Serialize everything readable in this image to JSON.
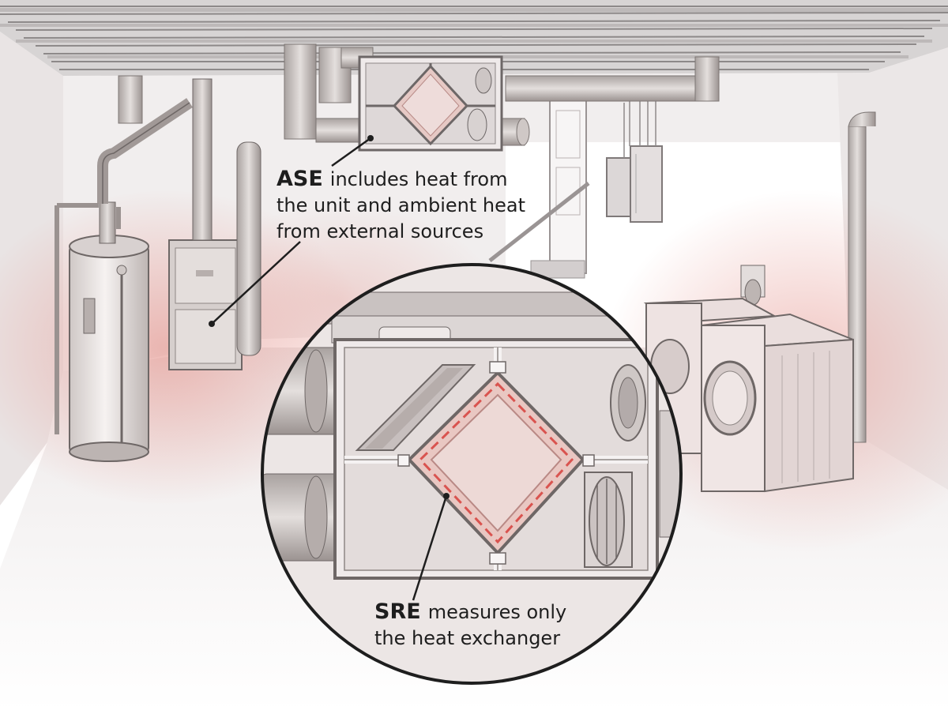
{
  "callouts": {
    "ase": {
      "abbr": "ASE",
      "line1": "includes heat from",
      "line2": "the unit and ambient heat",
      "line3": "from external sources"
    },
    "sre": {
      "abbr": "SRE",
      "line1": "measures only",
      "line2": "the heat exchanger"
    }
  },
  "colors": {
    "heat_glow": "#e8a29c",
    "heat_dashed": "#d9534f",
    "wall": "#f0eded",
    "floor": "#ece8e8",
    "line": "#3a3a3a"
  }
}
